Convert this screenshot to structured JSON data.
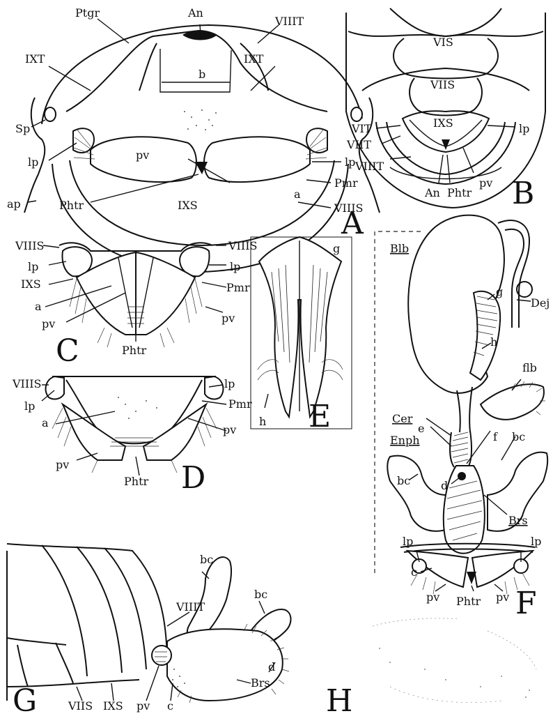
{
  "panels": [
    "A",
    "B",
    "C",
    "D",
    "E",
    "F",
    "G",
    "H"
  ],
  "figA": {
    "labels": [
      "Ptgr",
      "An",
      "VIIIT",
      "IXT",
      "IXT",
      "b",
      "Sp",
      "lp",
      "lp",
      "pv",
      "Pmr",
      "a",
      "IXS",
      "VIIIS",
      "ap",
      "Phtr"
    ]
  },
  "figB": {
    "labels": [
      "VIS",
      "VIIS",
      "VIT",
      "IXS",
      "lp",
      "VIIT",
      "VIIIT",
      "An",
      "Phtr",
      "pv"
    ]
  },
  "figC": {
    "labels": [
      "VIIIS",
      "VIIIS",
      "lp",
      "lp",
      "IXS",
      "Pmr",
      "a",
      "pv",
      "pv",
      "Phtr"
    ]
  },
  "figD": {
    "labels": [
      "VIIIS",
      "lp",
      "lp",
      "Pmr",
      "a",
      "pv",
      "pv",
      "Phtr"
    ]
  },
  "figE": {
    "labels": [
      "g",
      "h"
    ]
  },
  "figF": {
    "labels": [
      "Blb",
      "Dej",
      "g",
      "h",
      "flb",
      "Cer",
      "e",
      "Enph",
      "f",
      "bc",
      "d",
      "bc",
      "Brs",
      "lp",
      "lp",
      "c",
      "pv",
      "pv",
      "Phtr"
    ],
    "underlined": [
      "Blb",
      "Cer",
      "Enph",
      "Brs"
    ]
  },
  "figG": {
    "labels": [
      "bc",
      "bc",
      "VIIIT",
      "d",
      "Brs",
      "VIIS",
      "IXS",
      "pv",
      "c"
    ]
  }
}
